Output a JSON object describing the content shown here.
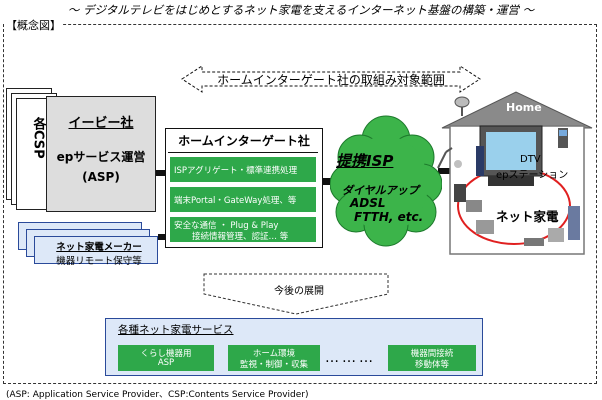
{
  "header": {
    "title": "～ デジタルテレビをはじめとするネット家電を支えるインターネット基盤の構築・運営 ～"
  },
  "frame": {
    "label": "【概念図】"
  },
  "scope": {
    "label": "ホームインターゲート社の取組み対象範囲"
  },
  "csp": {
    "label": "各CSP"
  },
  "asp": {
    "name": "イービー社",
    "role": "epサービス運営",
    "paren": "(ASP)"
  },
  "maker": {
    "name": "ネット家電メーカー",
    "sub": "機器リモート保守等"
  },
  "hig": {
    "title": "ホームインターゲート社",
    "rows": [
      {
        "l1": "ISPアグリゲート・標準連携処理",
        "l2": ""
      },
      {
        "l1": "端末Portal・GateWay処理、等",
        "l2": ""
      },
      {
        "l1": "安全な通信 ・ Plug & Play",
        "l2": "接続情報管理、認証… 等"
      }
    ]
  },
  "isp": {
    "title": "提携ISP",
    "l1": "ダイヤルアップ",
    "l2": "ADSL",
    "l3": "FTTH, etc."
  },
  "house": {
    "home": "Home",
    "dtv": "DTV",
    "epstation": "epステーション",
    "appliance": "ネット家電"
  },
  "future": {
    "label": "今後の展開",
    "title": "各種ネット家電サービス",
    "boxes": [
      {
        "l1": "くらし機器用",
        "l2": "ASP"
      },
      {
        "l1": "ホーム環境",
        "l2": "監視・制御・収集"
      },
      {
        "l1": "機器間接続",
        "l2": "移動体等"
      }
    ],
    "dots": "………"
  },
  "footer": {
    "note": "(ASP: Application Service Provider、CSP:Contents Service Provider)"
  },
  "colors": {
    "green": "#2ea84a",
    "lightblue": "#dde8f8",
    "navy": "#2a4a9a",
    "gray": "#dddddd",
    "ispgreen": "#3cb44a"
  }
}
